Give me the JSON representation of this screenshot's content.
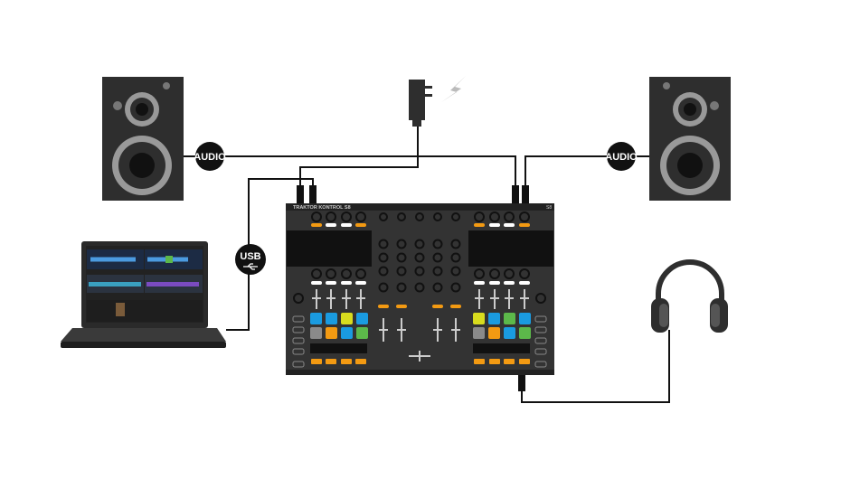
{
  "labels": {
    "audio_left": "AUDIO",
    "audio_right": "AUDIO",
    "usb": "USB",
    "controller_name": "TRAKTOR KONTROL S8",
    "controller_badge": "S8"
  },
  "colors": {
    "pad_blue": "#1a9be0",
    "pad_yellow": "#d8dc1e",
    "pad_orange": "#f39a12",
    "pad_green": "#5cb84a",
    "pad_gray": "#8a8a8a",
    "device_body": "#333333",
    "lightning": "#bbbbbb"
  }
}
